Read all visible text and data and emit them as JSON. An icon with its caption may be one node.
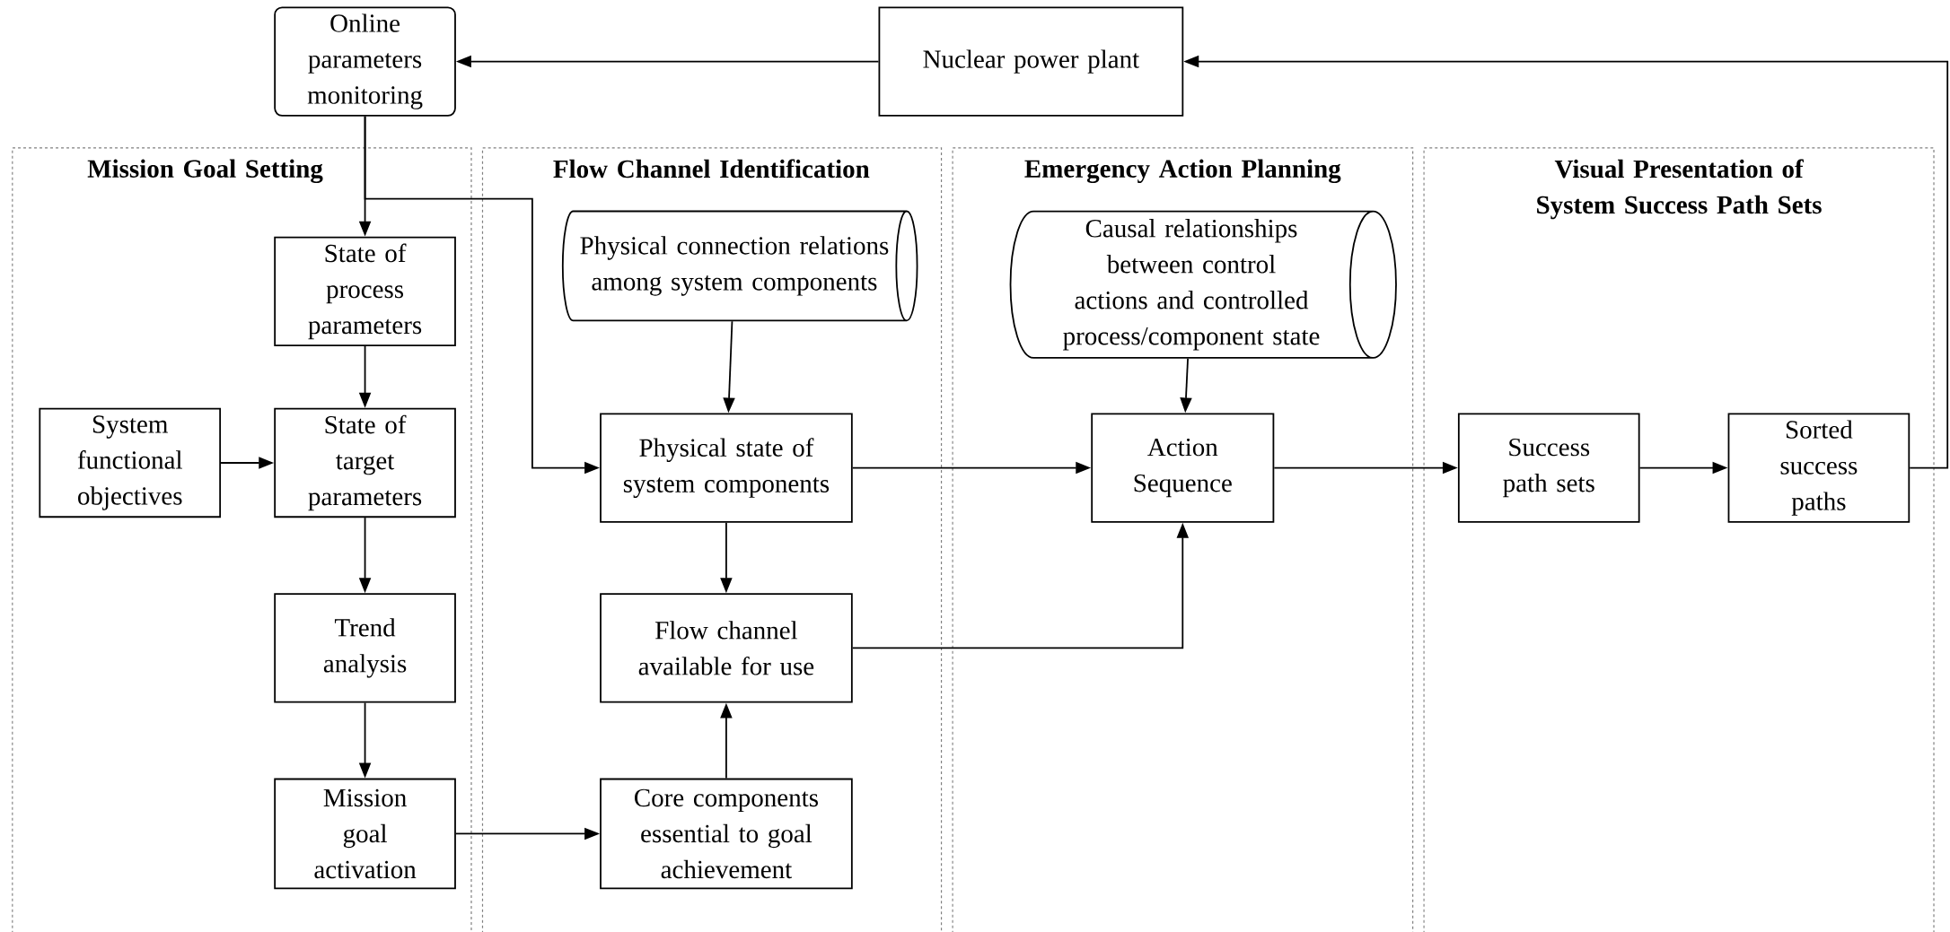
{
  "diagram": {
    "nodes": [
      {
        "text": [
          "Online parameters monitoring"
        ]
      },
      {
        "text": [
          "Nuclear power plant"
        ]
      },
      {
        "text": [
          "Mission Goal Setting"
        ]
      },
      {
        "text": [
          "Flow Channel Identification"
        ]
      },
      {
        "text": [
          "Emergency Action Planning"
        ]
      },
      {
        "text": [
          "Visual Presentation of System Success Path Sets"
        ]
      },
      {
        "text": [
          "State of process parameters"
        ],
        "in": 2
      },
      {
        "text": [
          "System functional objectives"
        ],
        "in": 2
      },
      {
        "text": [
          "State of target parameters"
        ],
        "in": 2
      },
      {
        "text": [
          "Trend analysis"
        ],
        "in": 2
      },
      {
        "text": [
          "Mission goal activation"
        ],
        "in": 2
      },
      {
        "text": [
          "Physical connection relations among system components"
        ],
        "in": 3
      },
      {
        "text": [
          "Physical state of system components"
        ],
        "in": 3
      },
      {
        "text": [
          "Flow channel available for use"
        ],
        "in": 3
      },
      {
        "text": [
          "Core components essential to goal achievement"
        ],
        "in": 3
      },
      {
        "text": [
          "Causal relationships between control actions and controlled process/component state"
        ],
        "in": 4
      },
      {
        "text": [
          "Action Sequence"
        ],
        "in": 4
      },
      {
        "text": [
          "Success path sets"
        ],
        "in": 5
      },
      {
        "text": [
          "Sorted success paths"
        ],
        "in": 5
      }
    ],
    "edges": [
      {
        "from": 1,
        "to": 0,
        "arrow": "to"
      },
      {
        "from": 0,
        "to": 6,
        "arrow": "to"
      },
      {
        "from": 0,
        "to": 12,
        "arrow": "to"
      },
      {
        "from": 6,
        "to": 8,
        "arrow": "to"
      },
      {
        "from": 7,
        "to": 8,
        "arrow": "to"
      },
      {
        "from": 8,
        "to": 9,
        "arrow": "to"
      },
      {
        "from": 9,
        "to": 10,
        "arrow": "to"
      },
      {
        "from": 10,
        "to": 14,
        "arrow": "to"
      },
      {
        "from": 11,
        "to": 12,
        "arrow": "to"
      },
      {
        "from": 12,
        "to": 13,
        "arrow": "to"
      },
      {
        "from": 14,
        "to": 13,
        "arrow": "to"
      },
      {
        "from": 12,
        "to": 16,
        "arrow": "to"
      },
      {
        "from": 13,
        "to": 16,
        "arrow": "to"
      },
      {
        "from": 15,
        "to": 16,
        "arrow": "to"
      },
      {
        "from": 16,
        "to": 17,
        "arrow": "to"
      },
      {
        "from": 17,
        "to": 18,
        "arrow": "to"
      },
      {
        "from": 18,
        "to": 1,
        "arrow": "to"
      }
    ]
  }
}
